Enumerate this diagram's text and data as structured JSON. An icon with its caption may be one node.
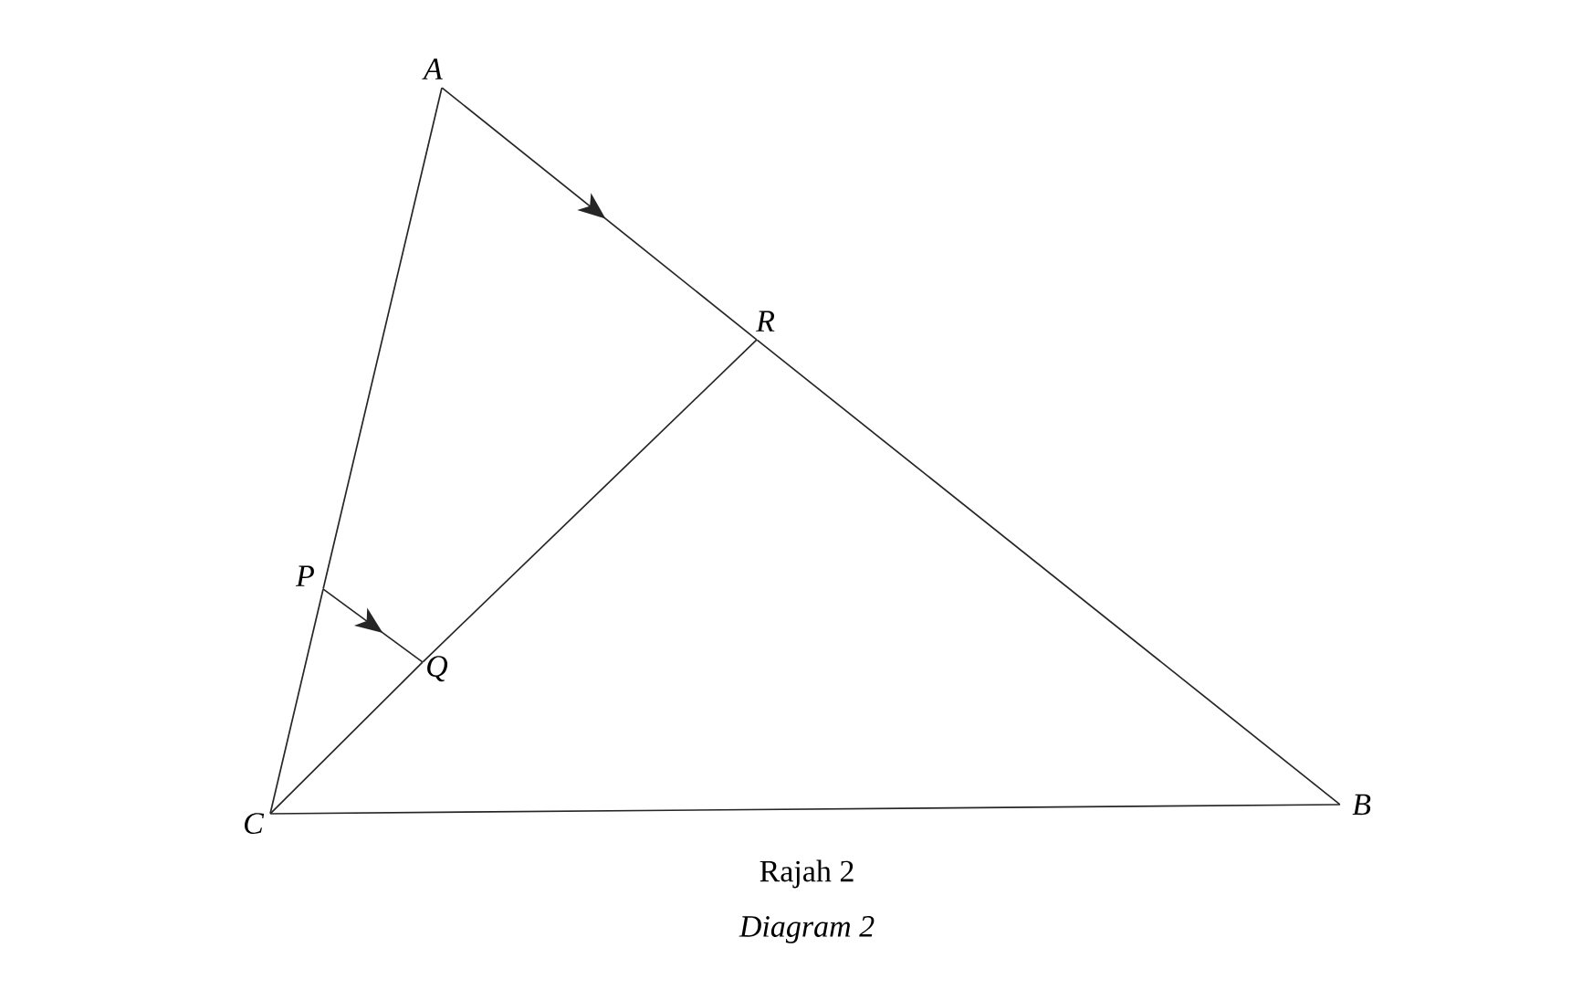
{
  "diagram": {
    "nodes": [
      {
        "text": [
          "A"
        ]
      },
      {
        "text": [
          "B"
        ]
      },
      {
        "text": [
          "C"
        ]
      },
      {
        "text": [
          "P"
        ]
      },
      {
        "text": [
          "Q"
        ]
      },
      {
        "text": [
          "R"
        ]
      }
    ],
    "edges": [
      {
        "from": 0,
        "to": 5,
        "arrow": "to"
      },
      {
        "from": 5,
        "to": 1,
        "arrow": "none"
      },
      {
        "from": 0,
        "to": 3,
        "arrow": "none"
      },
      {
        "from": 3,
        "to": 2,
        "arrow": "none"
      },
      {
        "from": 2,
        "to": 1,
        "arrow": "none"
      },
      {
        "from": 2,
        "to": 4,
        "arrow": "none"
      },
      {
        "from": 4,
        "to": 5,
        "arrow": "none"
      },
      {
        "from": 3,
        "to": 4,
        "arrow": "to"
      }
    ],
    "labels": [
      "Rajah 2",
      "Diagram 2"
    ]
  }
}
